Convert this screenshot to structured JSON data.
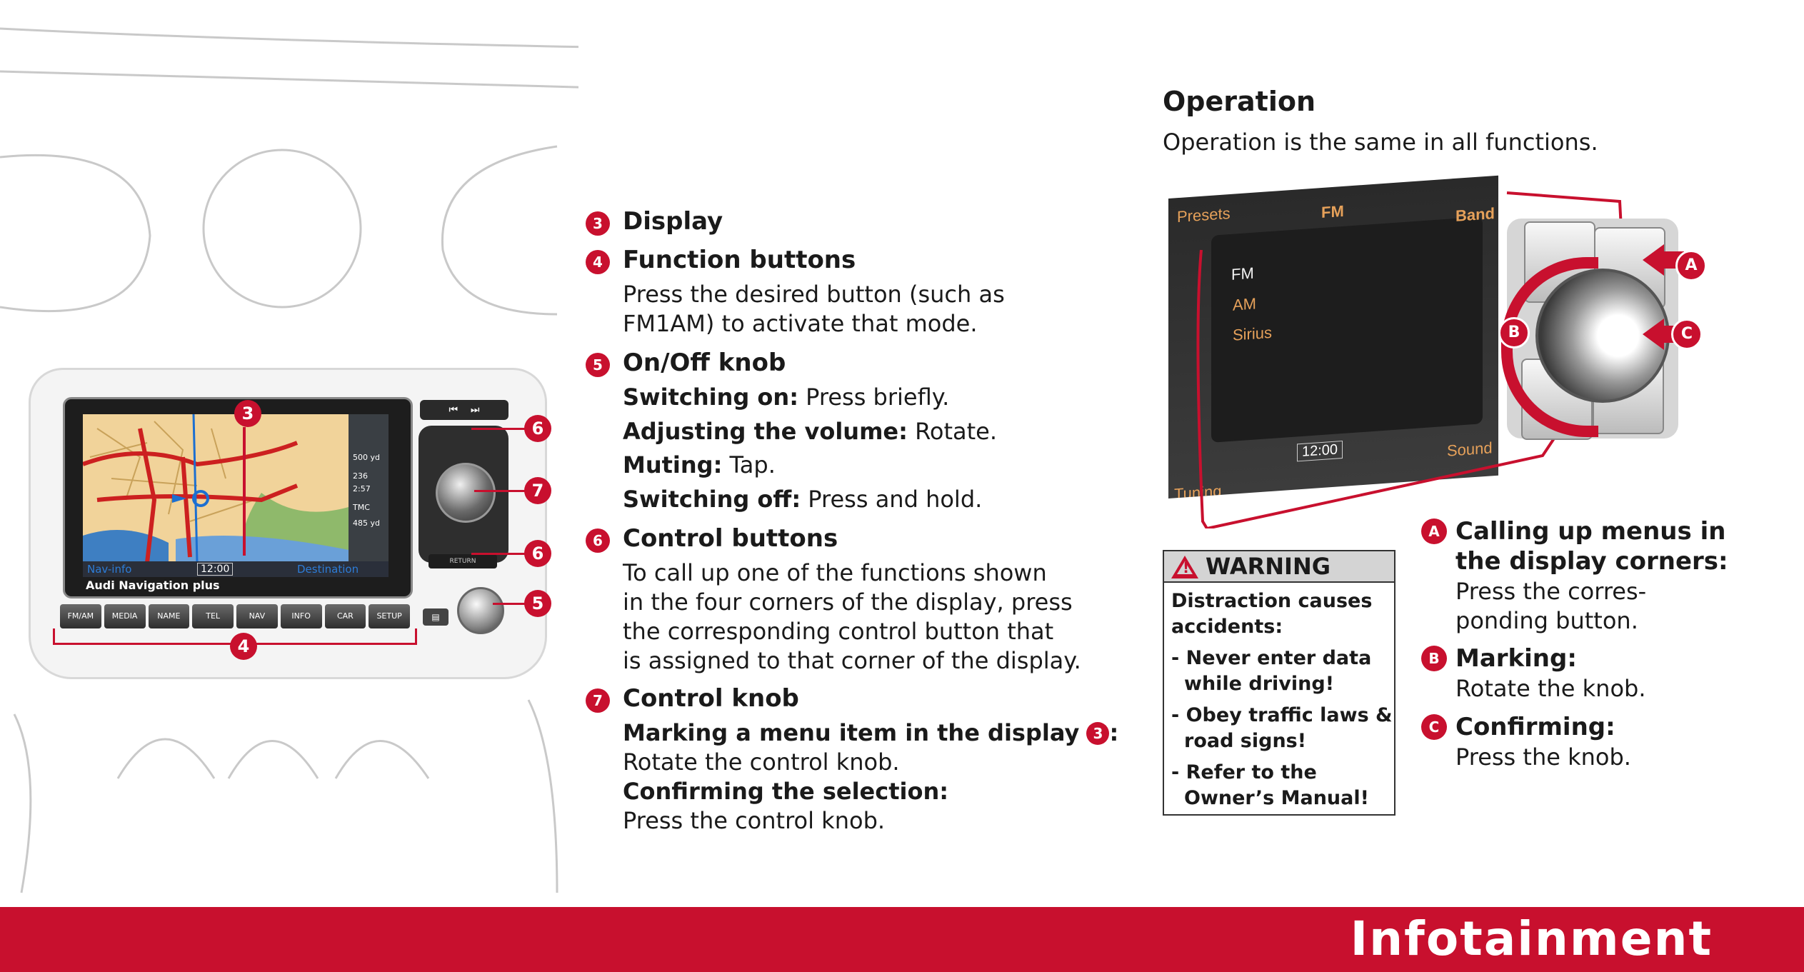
{
  "illustration": {
    "map_labels": {
      "nav_info": "Nav-info",
      "time": "12:00",
      "destination": "Destination",
      "product": "Audi Navigation plus"
    },
    "map_side": [
      "500 yd",
      "236",
      "2:57",
      "TMC",
      "485 yd"
    ],
    "function_buttons": [
      "FM/AM",
      "MEDIA",
      "NAME",
      "TEL",
      "NAV",
      "INFO",
      "CAR",
      "SETUP"
    ],
    "return_label": "RETURN",
    "callouts": {
      "display": "3",
      "function_buttons": "4",
      "onoff_knob": "5",
      "control_buttons": "6",
      "control_knob": "7"
    }
  },
  "items": {
    "display": {
      "num": "3",
      "title": "Display"
    },
    "function_buttons": {
      "num": "4",
      "title": "Function buttons",
      "lines": [
        "Press the desired button (such as",
        "FM὎1AM) to activate that mode."
      ]
    },
    "onoff_knob": {
      "num": "5",
      "title": "On/Off knob",
      "rows": [
        {
          "term": "Switching on:",
          "desc": " Press briefly."
        },
        {
          "term": "Adjusting the volume:",
          "desc": " Rotate."
        },
        {
          "term": "Muting:",
          "desc": " Tap."
        },
        {
          "term": "Switching off:",
          "desc": " Press and hold."
        }
      ]
    },
    "control_buttons": {
      "num": "6",
      "title": "Control buttons",
      "lines": [
        "To call up one of the functions shown",
        "in the four corners of the display, press",
        "the corresponding control button that",
        "is assigned to that corner of the display."
      ]
    },
    "control_knob": {
      "num": "7",
      "title": "Control knob",
      "marking_term": "Marking a menu item in the display",
      "marking_ref": "3",
      "marking_colon": ":",
      "marking_desc": "Rotate the control knob.",
      "confirm_term": "Confirming the selection:",
      "confirm_desc": "Press the control knob."
    }
  },
  "operation": {
    "title": "Operation",
    "subtitle": "Operation is the same in all functions."
  },
  "radio_screen": {
    "presets": "Presets",
    "band_mode": "FM",
    "band": "Band",
    "stations": [
      "FM",
      "AM",
      "Sirius"
    ],
    "time": "12:00",
    "sound": "Sound",
    "tuning": "Tuning"
  },
  "warning": {
    "title": "WARNING",
    "lines": [
      "Distraction causes",
      "accidents:",
      "- Never enter data",
      "  while driving!",
      "- Obey traffic laws &",
      "  road signs!",
      "- Refer to the",
      "  Owner’s Manual!"
    ]
  },
  "right_items": {
    "a": {
      "letter": "A",
      "title_1": "Calling up menus in",
      "title_2": "the display corners:",
      "desc_1": "Press the corres-",
      "desc_2": "ponding button."
    },
    "b": {
      "letter": "B",
      "title": "Marking:",
      "desc": "Rotate the knob."
    },
    "c": {
      "letter": "C",
      "title": "Confirming:",
      "desc": "Press the knob."
    }
  },
  "footer": {
    "title": "Infotainment"
  },
  "colors": {
    "accent": "#c8102e",
    "text": "#1a1a1a",
    "screen_text": "#e6a15a"
  }
}
